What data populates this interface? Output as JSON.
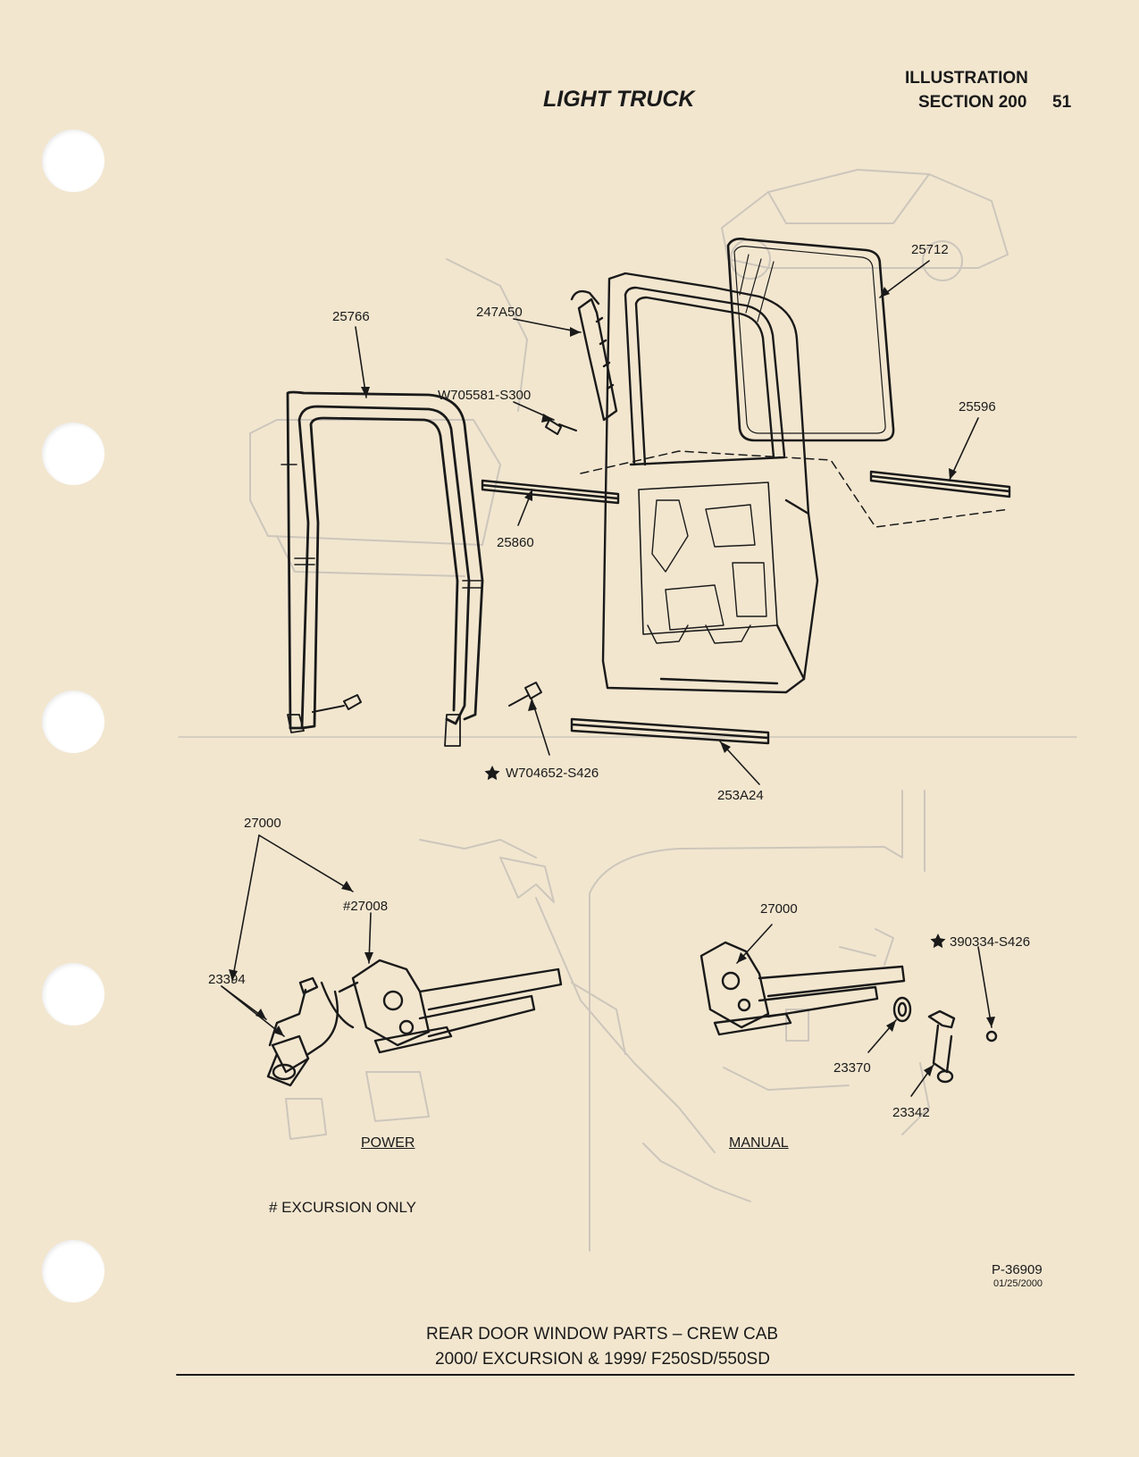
{
  "header": {
    "section_label": "ILLUSTRATION",
    "section_number": "SECTION 200",
    "page_number": "51",
    "title": "LIGHT TRUCK"
  },
  "callouts": {
    "glass": "25712",
    "run_channel": "25766",
    "division_bar": "247A50",
    "screw_upper": "W705581-S300",
    "inner_weatherstrip": "25596",
    "outer_weatherstrip": "25860",
    "screw_lower": "W704652-S426",
    "lower_seal": "253A24",
    "regulator_power": "27000",
    "regulator_excursion": "#27008",
    "motor": "23394",
    "regulator_manual": "27000",
    "screw_manual": "390334-S426",
    "bezel": "23370",
    "handle": "23342"
  },
  "labels": {
    "power": "POWER",
    "manual": "MANUAL",
    "excursion_note": "# EXCURSION ONLY",
    "figure_id": "P-36909",
    "figure_date": "01/25/2000"
  },
  "caption": {
    "line1": "REAR DOOR WINDOW PARTS – CREW CAB",
    "line2": "2000/ EXCURSION & 1999/ F250SD/550SD"
  },
  "colors": {
    "paper": "#f2e6cf",
    "ink": "#1a1a1a",
    "ghost": "#c9c2b8"
  }
}
